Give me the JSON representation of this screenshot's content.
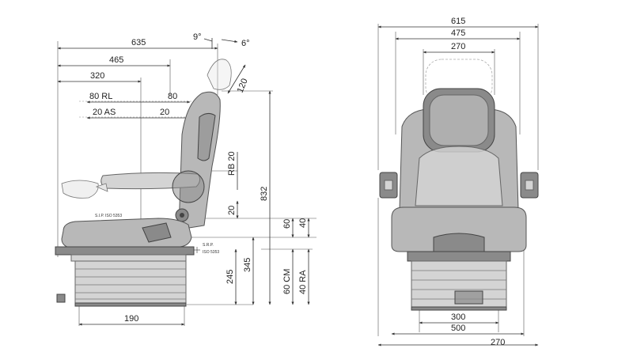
{
  "side_view": {
    "dims": {
      "d635": "635",
      "d465": "465",
      "d320": "320",
      "d80rl": "80 RL",
      "d80": "80",
      "d20as": "20   AS",
      "d20": "20",
      "d190": "190",
      "rb20": "RB 20",
      "v20": "20",
      "v832": "832",
      "v345": "345",
      "v245": "245",
      "v60": "60",
      "v40": "40",
      "v60cm": "60  CM",
      "v40ra": "40  RA",
      "v120": "120",
      "a9": "9°",
      "a6": "6°"
    },
    "labels": {
      "sip": "S.I.P. ISO 5353",
      "srp": "S.R.P.",
      "iso": "ISO 5353"
    }
  },
  "front_view": {
    "dims": {
      "w615": "615",
      "w475": "475",
      "w270": "270",
      "w300": "300",
      "w500": "500",
      "w270b": "270"
    }
  }
}
